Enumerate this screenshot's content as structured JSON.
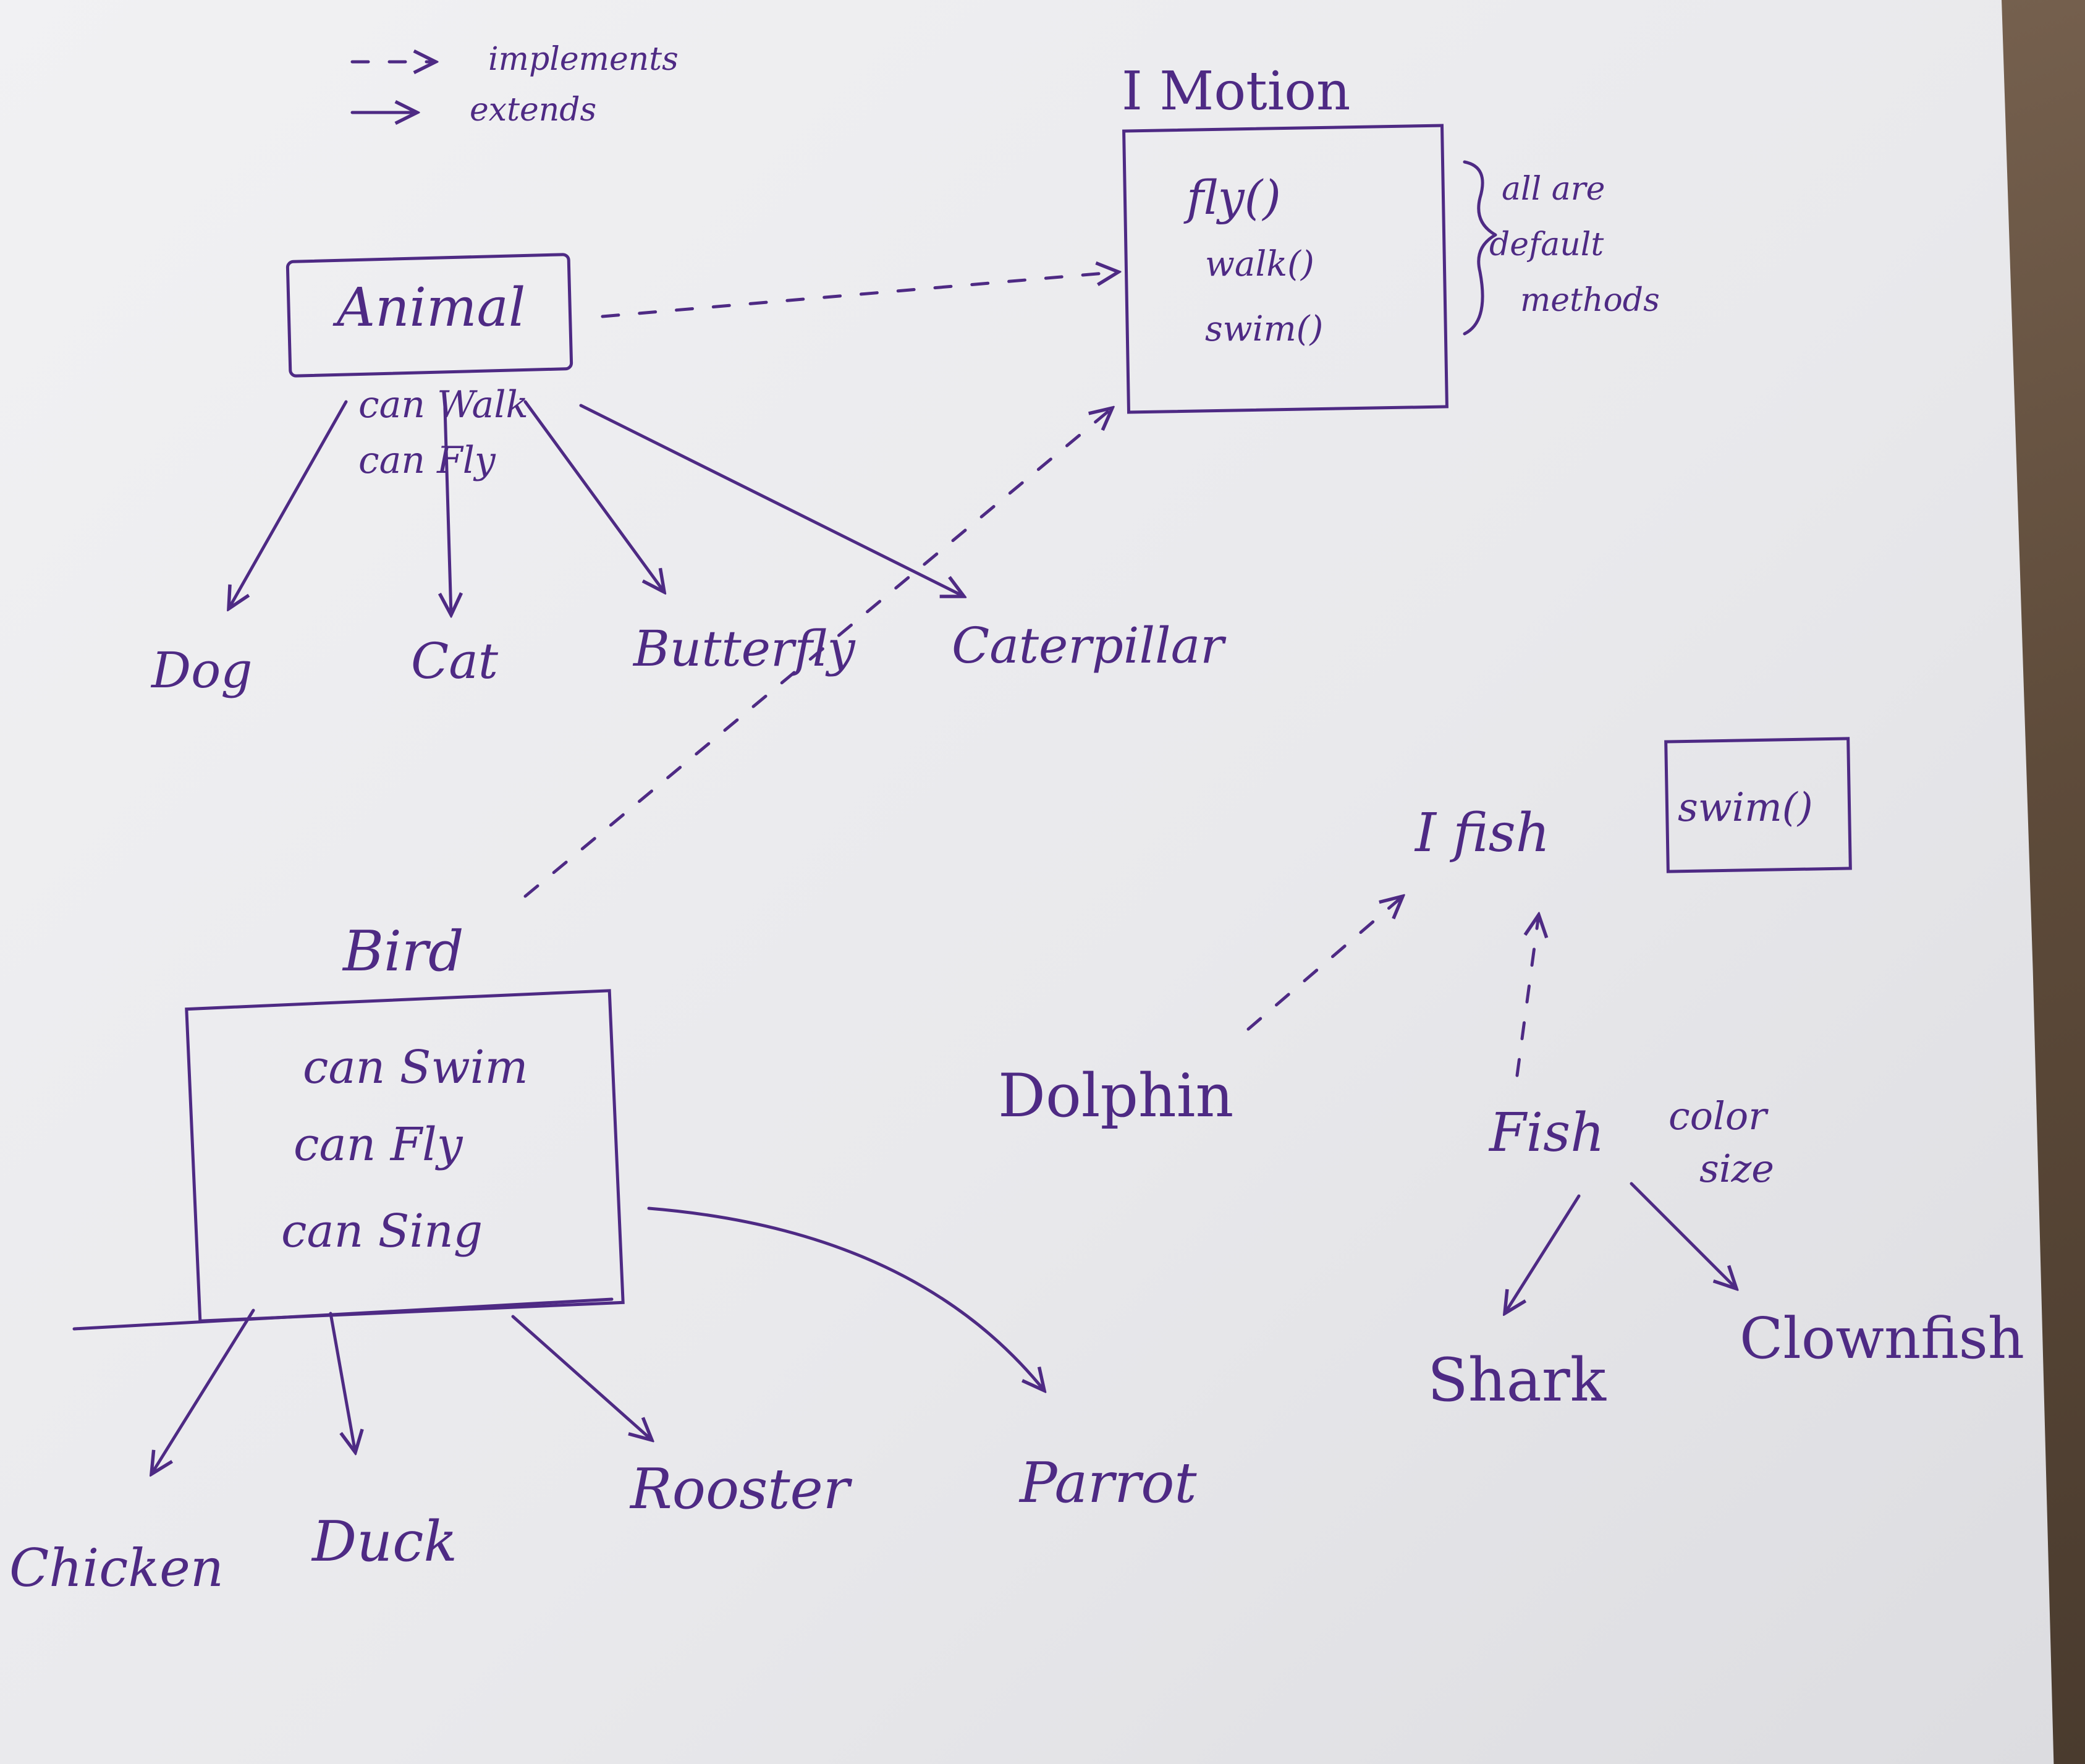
{
  "legend": {
    "implements_label": "implements",
    "extends_label": "extends"
  },
  "imotion": {
    "title": "I Motion",
    "methods": [
      "fly()",
      "walk()",
      "swim()"
    ],
    "note_lines": [
      "all are",
      "default",
      "methods"
    ]
  },
  "animal": {
    "title": "Animal",
    "traits": [
      "can Walk",
      "can Fly"
    ],
    "children": [
      "Dog",
      "Cat",
      "Butterfly",
      "Caterpillar"
    ]
  },
  "ifish": {
    "title": "I fish",
    "method": "swim()"
  },
  "bird": {
    "title": "Bird",
    "traits": [
      "can Swim",
      "can Fly",
      "can Sing"
    ],
    "children": [
      "Chicken",
      "Duck",
      "Rooster",
      "Parrot"
    ]
  },
  "dolphin": {
    "label": "Dolphin"
  },
  "fish": {
    "title": "Fish",
    "traits": [
      "color",
      "size"
    ],
    "children": [
      "Shark",
      "Clownfish"
    ]
  },
  "colors": {
    "ink": "#4e2a84",
    "paper": "#ececef"
  }
}
